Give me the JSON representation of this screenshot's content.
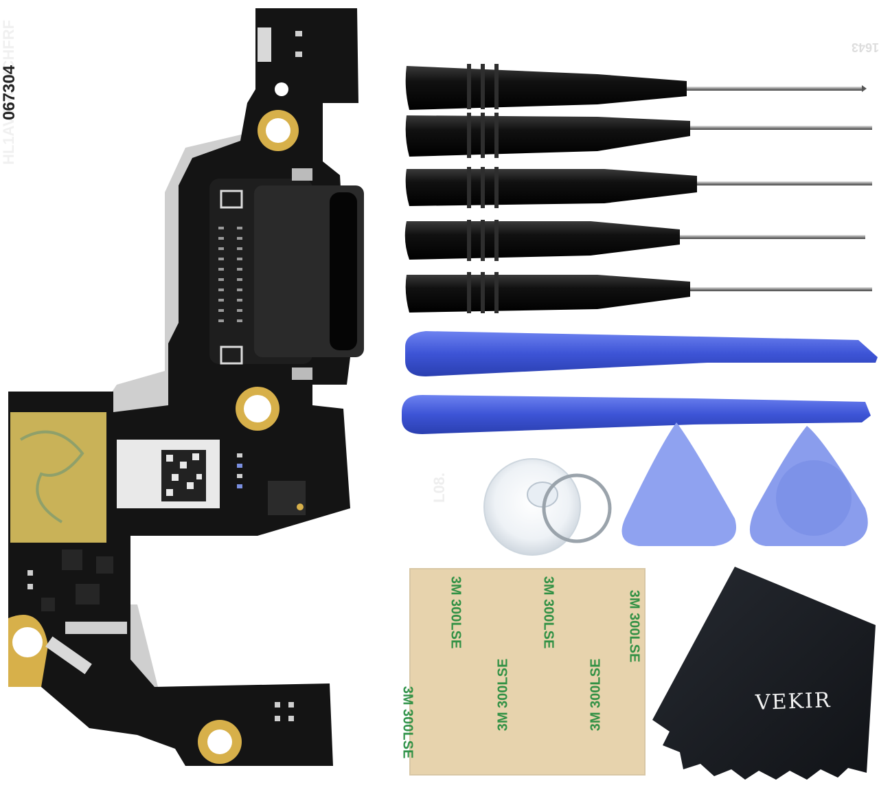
{
  "brand": {
    "text": "VEKIR"
  },
  "pcb": {
    "codes": [
      "HL1AVTRU VCHFRF",
      "067304",
      "1643",
      "L08."
    ]
  },
  "tape": {
    "label": "3M 300LSE"
  },
  "colors": {
    "pcb": "#121212",
    "gold": "#d7b04a",
    "silver": "#c9c9c9",
    "handle": "#0d0d0d",
    "pry_tool": "#3e56d8",
    "pick": "#8fa2f0",
    "tape": "#e7d3ad",
    "tape_text": "#1f8a3a",
    "cloth": "#1b1d22"
  }
}
